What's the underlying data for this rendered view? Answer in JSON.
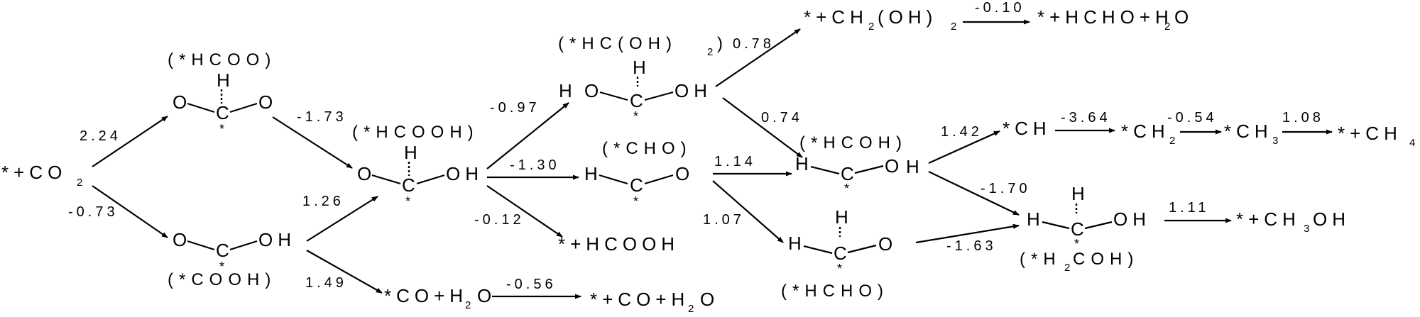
{
  "species": {
    "co2_start": "*+CO",
    "co2_start_sub": "2",
    "hcoo_name": "(*HCOO)",
    "cooh_name": "(*COOH)",
    "hcooh_name": "(*HCOOH)",
    "hcoh2_name": "(*HC(OH)",
    "hcoh2_name_sub": "2",
    "hcoh2_name_close": ")",
    "cho_name": "(*CHO)",
    "hcoh_name": "(*HCOH)",
    "hcho_name": "(*HCHO)",
    "h2coh_name": "(*H",
    "h2coh_name_sub": "2",
    "h2coh_name_rest": "COH)",
    "co_h2o": "*CO+H",
    "co_h2o_sub": "2",
    "co_h2o_end": "O",
    "co_gas": "*+CO+H",
    "co_gas_sub": "2",
    "co_gas_end": "O",
    "hcooh_gas": "*+HCOOH",
    "ch2oh2": "*+CH",
    "ch2oh2_sub": "2",
    "ch2oh2_mid": "(OH)",
    "ch2oh2_sub2": "2",
    "hcho_water": "*+HCHO+H",
    "hcho_water_sub": "2",
    "hcho_water_end": "O",
    "ch": "*CH",
    "ch2": "*CH",
    "ch2_sub": "2",
    "ch3": "*CH",
    "ch3_sub": "3",
    "ch4": "*+CH",
    "ch4_sub": "4",
    "ch3oh": "*+CH",
    "ch3oh_sub": "3",
    "ch3oh_end": "OH"
  },
  "atoms": {
    "O": "O",
    "C": "C",
    "H": "H",
    "OH": "OH",
    "star": "*"
  },
  "energies": {
    "co2_to_hcoo": "2.24",
    "co2_to_cooh": "-0.73",
    "hcoo_to_hcooh": "-1.73",
    "cooh_to_hcooh": "1.26",
    "cooh_to_co": "1.49",
    "co_desorb": "-0.56",
    "hcooh_to_hcoh2": "-0.97",
    "hcooh_to_cho": "-1.30",
    "hcooh_desorb": "-0.12",
    "hcoh2_to_ch2oh2": "0.78",
    "ch2oh2_to_hcho": "-0.10",
    "hcoh2_to_hcoh": "0.74",
    "cho_to_hcoh": "1.14",
    "cho_to_hcho": "1.07",
    "hcoh_to_ch": "1.42",
    "ch_to_ch2": "-3.64",
    "ch2_to_ch3": "-0.54",
    "ch3_to_ch4": "1.08",
    "hcoh_to_h2coh": "-1.70",
    "hcho_to_h2coh": "-1.63",
    "h2coh_to_ch3oh": "1.11"
  }
}
